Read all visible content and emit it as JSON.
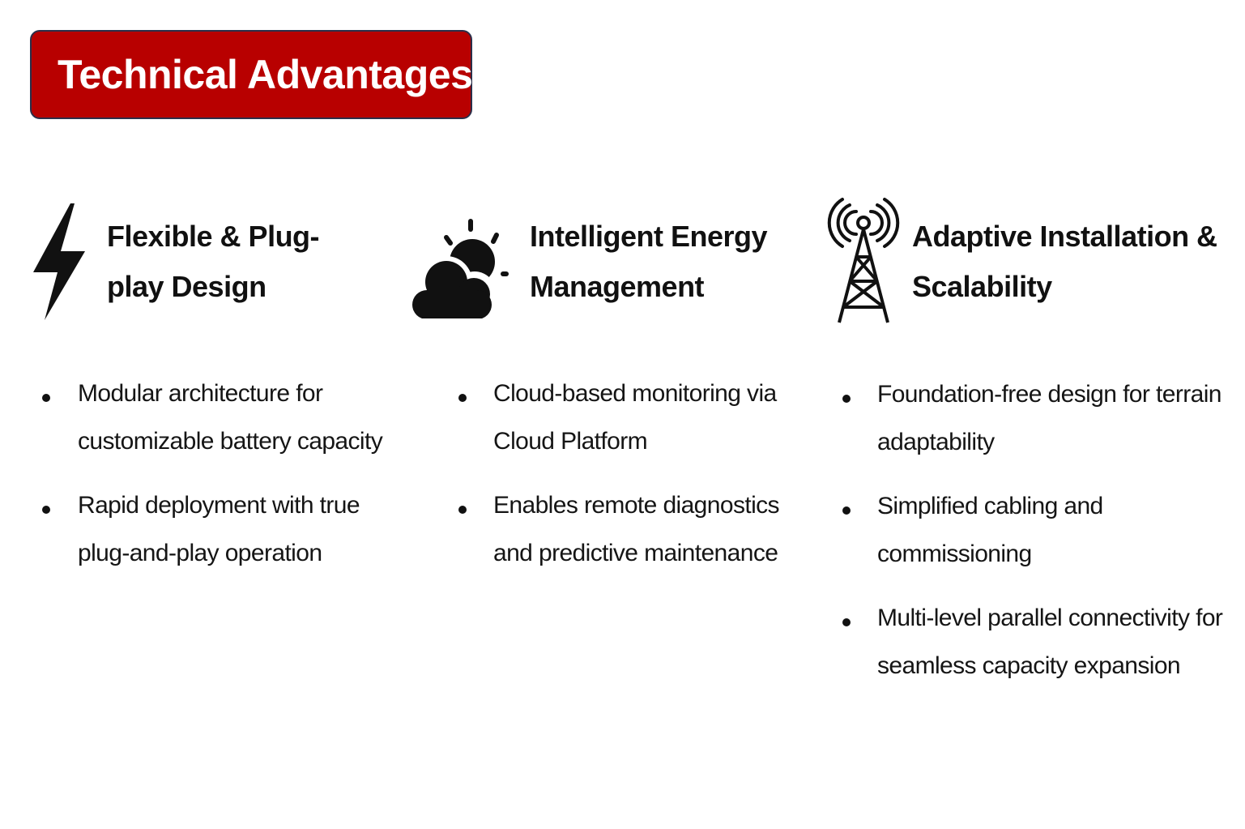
{
  "title": "Technical Advantages",
  "colors": {
    "title_background": "#b80000",
    "title_text": "#ffffff",
    "text": "#111111"
  },
  "columns": [
    {
      "icon": "lightning-bolt-icon",
      "heading": "Flexible & Plug-play Design",
      "bullets": [
        "Modular architecture for customizable battery capacity",
        "Rapid deployment with true plug-and-play operation"
      ]
    },
    {
      "icon": "cloud-sun-icon",
      "heading": "Intelligent Energy Management",
      "bullets": [
        "Cloud-based monitoring via Cloud Platform",
        "Enables remote diagnostics and predictive maintenance"
      ]
    },
    {
      "icon": "radio-tower-icon",
      "heading": "Adaptive Installation & Scalability",
      "bullets": [
        "Foundation-free design for terrain adaptability",
        "Simplified cabling and commissioning",
        "Multi-level parallel connectivity for seamless capacity expansion"
      ]
    }
  ]
}
